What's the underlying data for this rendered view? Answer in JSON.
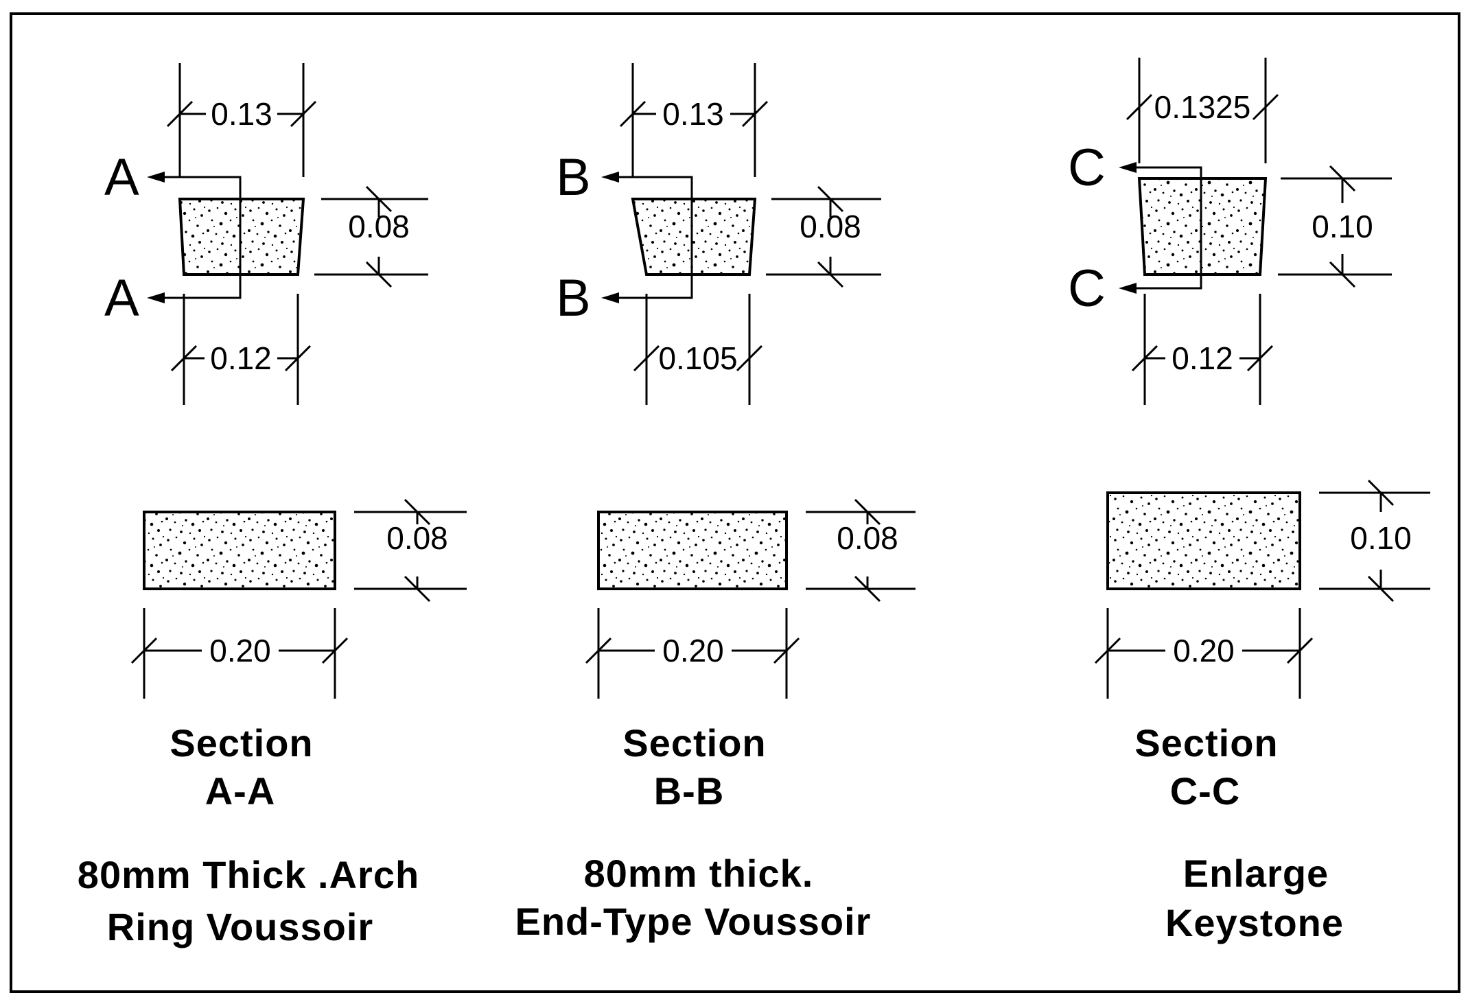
{
  "views": {
    "a": {
      "dim_top": "0.13",
      "dim_right": "0.08",
      "dim_bottom": "0.12",
      "cut_label": "A",
      "sec_dim_height": "0.08",
      "sec_dim_width": "0.20",
      "section_title": "Section",
      "section_id": "A-A",
      "name_line1": "80mm  Thick .Arch",
      "name_line2": "Ring Voussoir"
    },
    "b": {
      "dim_top": "0.13",
      "dim_right": "0.08",
      "dim_bottom": "0.105",
      "cut_label": "B",
      "sec_dim_height": "0.08",
      "sec_dim_width": "0.20",
      "section_title": "Section",
      "section_id": "B-B",
      "name_line1": "80mm thick.",
      "name_line2": "End-Type Voussoir"
    },
    "c": {
      "dim_top": "0.1325",
      "dim_right": "0.10",
      "dim_bottom": "0.12",
      "cut_label": "C",
      "sec_dim_height": "0.10",
      "sec_dim_width": "0.20",
      "section_title": "Section",
      "section_id": "C-C",
      "name_line1": "Enlarge",
      "name_line2": "Keystone"
    }
  }
}
